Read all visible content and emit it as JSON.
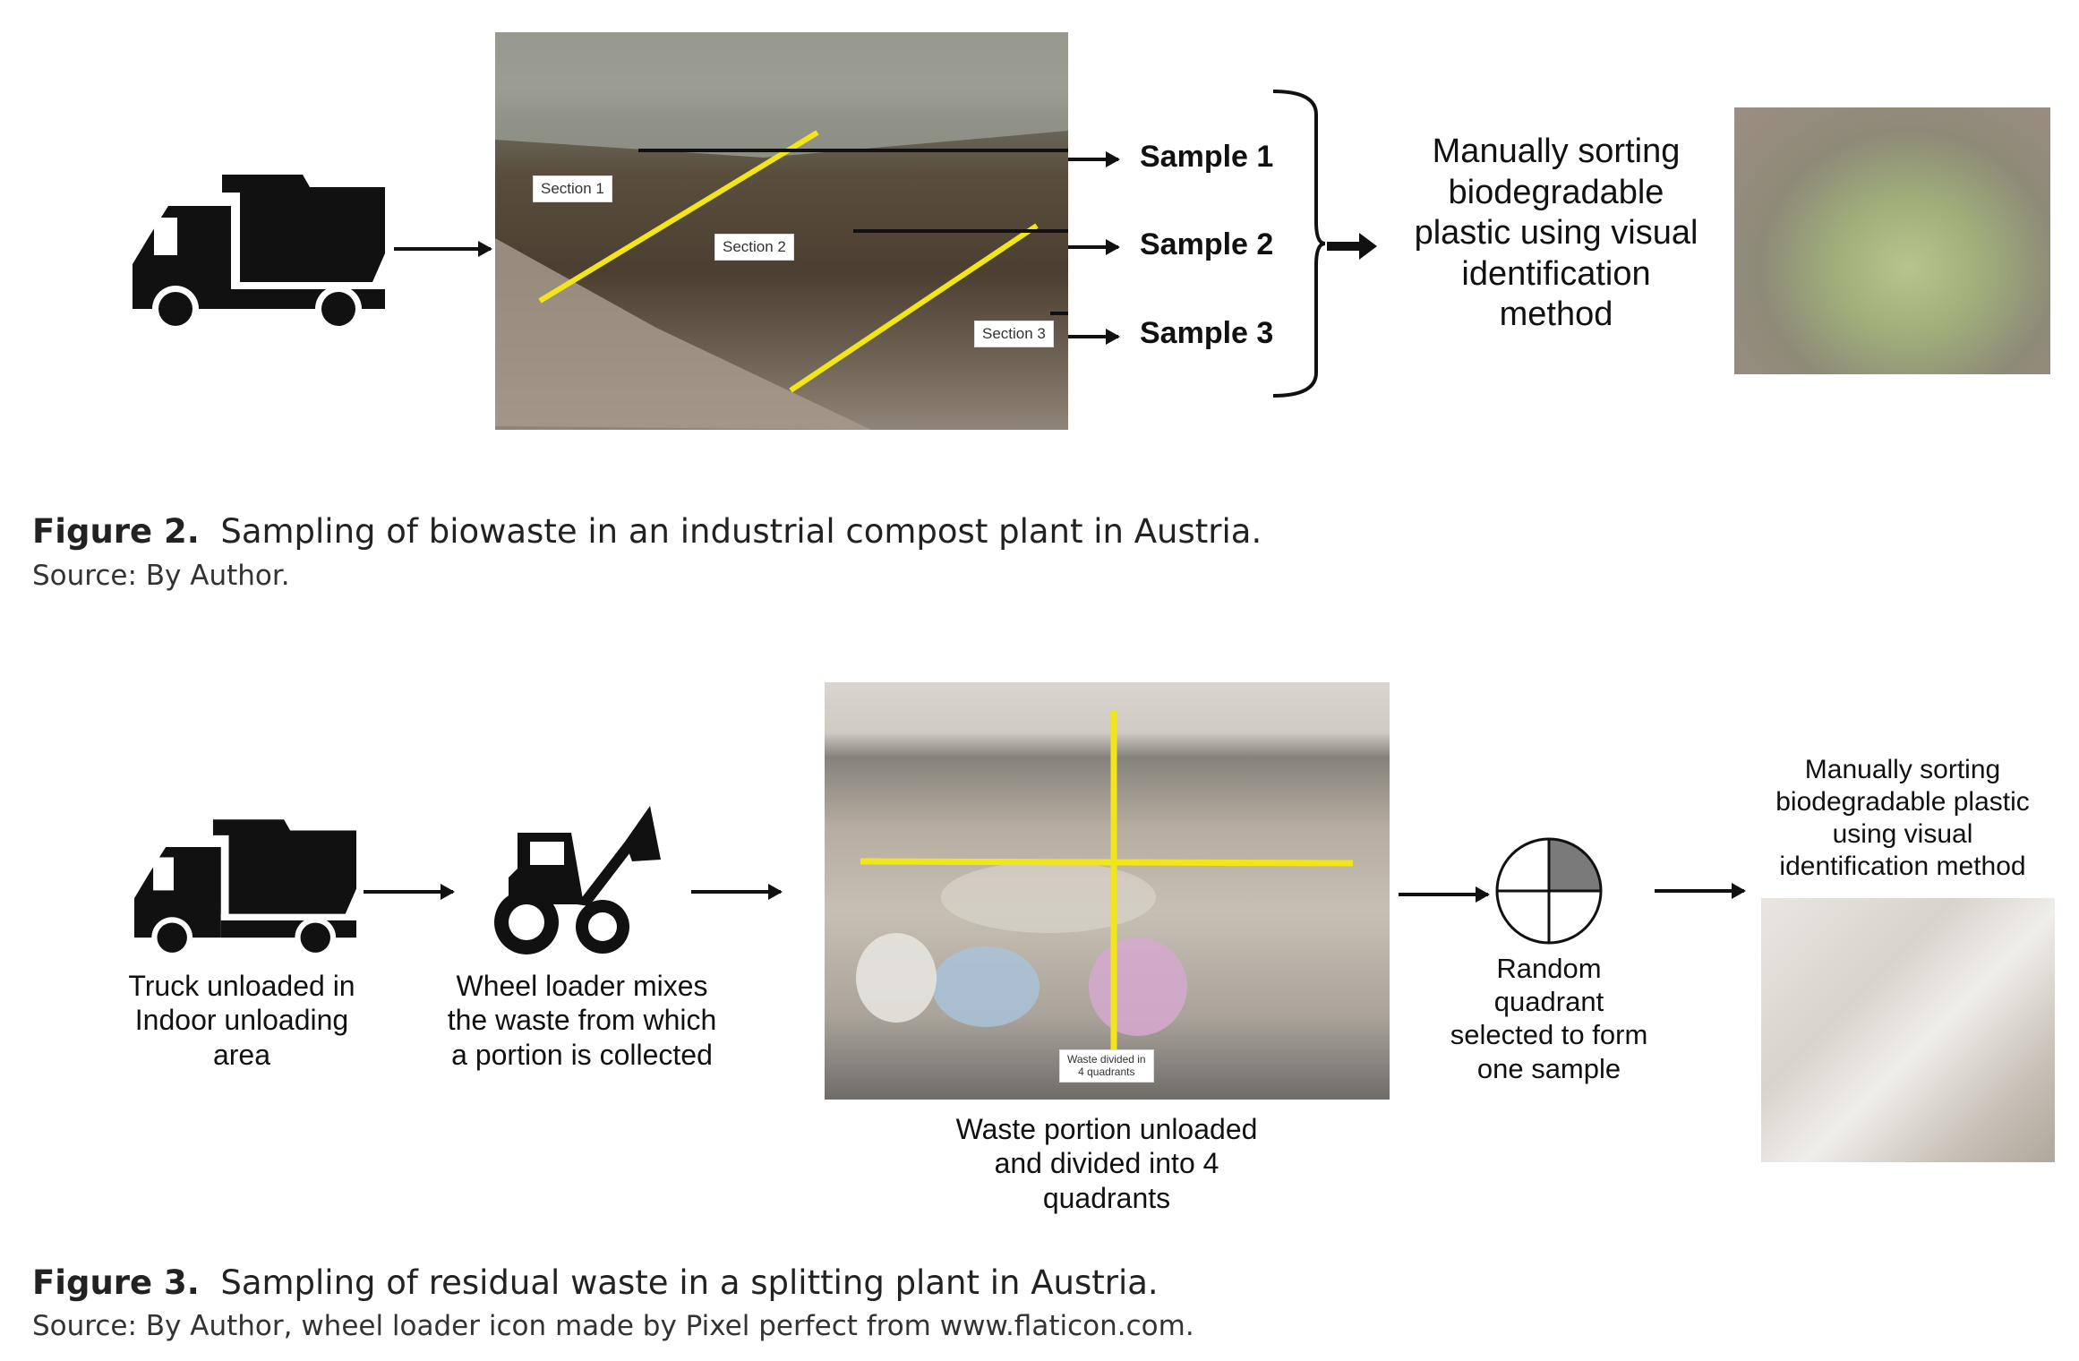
{
  "figure2": {
    "photo_labels": [
      "Section 1",
      "Section 2",
      "Section 3"
    ],
    "samples": [
      "Sample 1",
      "Sample 2",
      "Sample 3"
    ],
    "sorting_text_lines": [
      "Manually sorting",
      "biodegradable",
      "plastic using visual",
      "identification",
      "method"
    ],
    "caption_label": "Figure 2.",
    "caption_text": "Sampling of biowaste in an industrial compost plant in Austria.",
    "source": "Source: By Author.",
    "icons": {
      "truck": "dump-truck-icon",
      "brace": "right-brace-icon"
    }
  },
  "figure3": {
    "truck_text_lines": [
      "Truck unloaded in",
      "Indoor unloading",
      "area"
    ],
    "loader_text_lines": [
      "Wheel loader mixes",
      "the waste from which",
      "a portion is collected"
    ],
    "photo_label_lines": [
      "Waste divided in",
      "4 quadrants"
    ],
    "portion_text_lines": [
      "Waste portion unloaded",
      "and divided into 4",
      "quadrants"
    ],
    "quadrant_text_lines": [
      "Random",
      "quadrant",
      "selected to form",
      "one sample"
    ],
    "sorting_text_lines": [
      "Manually sorting",
      "biodegradable plastic",
      "using visual",
      "identification method"
    ],
    "caption_label": "Figure 3.",
    "caption_text": "Sampling of residual waste in a splitting plant in Austria.",
    "source": "Source: By Author, wheel loader icon made by Pixel perfect from www.flaticon.com.",
    "icons": {
      "truck": "dump-truck-icon",
      "loader": "wheel-loader-icon",
      "quadrant": "quadrant-circle-icon"
    }
  },
  "colors": {
    "yellow_line": "#f2e51a",
    "quadrant_fill": "#7a7a7a"
  }
}
